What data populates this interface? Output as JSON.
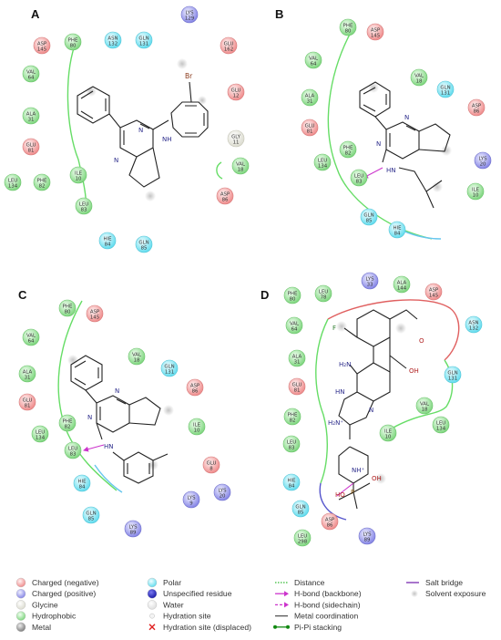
{
  "panels": [
    {
      "letter": "A",
      "residues": [
        {
          "name": "LYS",
          "num": "129",
          "type": "positive"
        },
        {
          "name": "ASP",
          "num": "145",
          "type": "negative"
        },
        {
          "name": "PHE",
          "num": "80",
          "type": "hydrophobic"
        },
        {
          "name": "ASN",
          "num": "132",
          "type": "polar"
        },
        {
          "name": "GLN",
          "num": "131",
          "type": "polar"
        },
        {
          "name": "GLU",
          "num": "162",
          "type": "negative"
        },
        {
          "name": "VAL",
          "num": "64",
          "type": "hydrophobic"
        },
        {
          "name": "GLU",
          "num": "12",
          "type": "negative"
        },
        {
          "name": "ALA",
          "num": "31",
          "type": "hydrophobic"
        },
        {
          "name": "GLY",
          "num": "11",
          "type": "glycine"
        },
        {
          "name": "GLU",
          "num": "81",
          "type": "negative"
        },
        {
          "name": "VAL",
          "num": "18",
          "type": "hydrophobic"
        },
        {
          "name": "ILE",
          "num": "10",
          "type": "hydrophobic"
        },
        {
          "name": "LEU",
          "num": "134",
          "type": "hydrophobic"
        },
        {
          "name": "PHE",
          "num": "82",
          "type": "hydrophobic"
        },
        {
          "name": "ASP",
          "num": "86",
          "type": "negative"
        },
        {
          "name": "LEU",
          "num": "83",
          "type": "hydrophobic"
        },
        {
          "name": "HIE",
          "num": "84",
          "type": "polar"
        },
        {
          "name": "GLN",
          "num": "85",
          "type": "polar"
        }
      ],
      "atoms": [
        "Br",
        "NH",
        "N",
        "N"
      ]
    },
    {
      "letter": "B",
      "residues": [
        {
          "name": "PHE",
          "num": "80",
          "type": "hydrophobic"
        },
        {
          "name": "ASP",
          "num": "145",
          "type": "negative"
        },
        {
          "name": "VAL",
          "num": "64",
          "type": "hydrophobic"
        },
        {
          "name": "VAL",
          "num": "18",
          "type": "hydrophobic"
        },
        {
          "name": "GLN",
          "num": "131",
          "type": "polar"
        },
        {
          "name": "ALA",
          "num": "31",
          "type": "hydrophobic"
        },
        {
          "name": "ASP",
          "num": "86",
          "type": "negative"
        },
        {
          "name": "GLU",
          "num": "81",
          "type": "negative"
        },
        {
          "name": "PHE",
          "num": "82",
          "type": "hydrophobic"
        },
        {
          "name": "LEU",
          "num": "134",
          "type": "hydrophobic"
        },
        {
          "name": "LYS",
          "num": "20",
          "type": "positive"
        },
        {
          "name": "LEU",
          "num": "83",
          "type": "hydrophobic"
        },
        {
          "name": "ILE",
          "num": "10",
          "type": "hydrophobic"
        },
        {
          "name": "GLN",
          "num": "85",
          "type": "polar"
        },
        {
          "name": "HIE",
          "num": "84",
          "type": "polar"
        }
      ],
      "atoms": [
        "N",
        "N",
        "HN"
      ]
    },
    {
      "letter": "C",
      "residues": [
        {
          "name": "PHE",
          "num": "80",
          "type": "hydrophobic"
        },
        {
          "name": "ASP",
          "num": "145",
          "type": "negative"
        },
        {
          "name": "VAL",
          "num": "64",
          "type": "hydrophobic"
        },
        {
          "name": "VAL",
          "num": "18",
          "type": "hydrophobic"
        },
        {
          "name": "GLN",
          "num": "131",
          "type": "polar"
        },
        {
          "name": "ALA",
          "num": "31",
          "type": "hydrophobic"
        },
        {
          "name": "ASP",
          "num": "86",
          "type": "negative"
        },
        {
          "name": "GLU",
          "num": "81",
          "type": "negative"
        },
        {
          "name": "ILE",
          "num": "10",
          "type": "hydrophobic"
        },
        {
          "name": "PHE",
          "num": "82",
          "type": "hydrophobic"
        },
        {
          "name": "LEU",
          "num": "134",
          "type": "hydrophobic"
        },
        {
          "name": "LEU",
          "num": "83",
          "type": "hydrophobic"
        },
        {
          "name": "GLU",
          "num": "8",
          "type": "negative"
        },
        {
          "name": "HIE",
          "num": "84",
          "type": "polar"
        },
        {
          "name": "LYS",
          "num": "9",
          "type": "positive"
        },
        {
          "name": "LYS",
          "num": "20",
          "type": "positive"
        },
        {
          "name": "GLN",
          "num": "85",
          "type": "polar"
        },
        {
          "name": "LYS",
          "num": "89",
          "type": "positive"
        }
      ],
      "atoms": [
        "N",
        "N",
        "HN"
      ]
    },
    {
      "letter": "D",
      "residues": [
        {
          "name": "LYS",
          "num": "33",
          "type": "positive"
        },
        {
          "name": "ALA",
          "num": "144",
          "type": "hydrophobic"
        },
        {
          "name": "ASP",
          "num": "145",
          "type": "negative"
        },
        {
          "name": "PHE",
          "num": "80",
          "type": "hydrophobic"
        },
        {
          "name": "LEU",
          "num": "78",
          "type": "hydrophobic"
        },
        {
          "name": "ASN",
          "num": "132",
          "type": "polar"
        },
        {
          "name": "VAL",
          "num": "64",
          "type": "hydrophobic"
        },
        {
          "name": "ALA",
          "num": "31",
          "type": "hydrophobic"
        },
        {
          "name": "GLN",
          "num": "131",
          "type": "polar"
        },
        {
          "name": "GLU",
          "num": "81",
          "type": "negative"
        },
        {
          "name": "VAL",
          "num": "18",
          "type": "hydrophobic"
        },
        {
          "name": "PHE",
          "num": "82",
          "type": "hydrophobic"
        },
        {
          "name": "ILE",
          "num": "10",
          "type": "hydrophobic"
        },
        {
          "name": "LEU",
          "num": "134",
          "type": "hydrophobic"
        },
        {
          "name": "LEU",
          "num": "83",
          "type": "hydrophobic"
        },
        {
          "name": "HIE",
          "num": "84",
          "type": "polar"
        },
        {
          "name": "GLN",
          "num": "85",
          "type": "polar"
        },
        {
          "name": "ASP",
          "num": "86",
          "type": "negative"
        },
        {
          "name": "LEU",
          "num": "298",
          "type": "hydrophobic"
        },
        {
          "name": "LYS",
          "num": "89",
          "type": "positive"
        }
      ],
      "atoms": [
        "F",
        "O",
        "OH",
        "H₂N",
        "HN",
        "N",
        "H₂N⁺",
        "NH⁺",
        "OH",
        "HO",
        "P"
      ]
    }
  ],
  "legend": [
    {
      "label": "Charged (negative)",
      "kind": "circle",
      "color": "#f2a0a0"
    },
    {
      "label": "Charged (positive)",
      "kind": "circle",
      "color": "#a8a8f0"
    },
    {
      "label": "Glycine",
      "kind": "circle",
      "color": "#f2f2f2"
    },
    {
      "label": "Hydrophobic",
      "kind": "circle",
      "color": "#9ee59e"
    },
    {
      "label": "Metal",
      "kind": "circle",
      "color": "#9a9a9a"
    },
    {
      "label": "Polar",
      "kind": "circle",
      "color": "#8fe8f5"
    },
    {
      "label": "Unspecified residue",
      "kind": "circle",
      "color": "#2b2bb8"
    },
    {
      "label": "Water",
      "kind": "circle",
      "color": "#e8e8e8"
    },
    {
      "label": "Hydration site",
      "kind": "small",
      "color": "#e0e0e0"
    },
    {
      "label": "Hydration site (displaced)",
      "kind": "cross",
      "color": "#e02020"
    },
    {
      "label": "Distance",
      "kind": "dotted",
      "color": "#33bb33"
    },
    {
      "label": "H-bond (backbone)",
      "kind": "arrow",
      "color": "#cc33cc"
    },
    {
      "label": "H-bond (sidechain)",
      "kind": "dashed-arrow",
      "color": "#cc33cc"
    },
    {
      "label": "Metal coordination",
      "kind": "line",
      "color": "#555555"
    },
    {
      "label": "Pi-Pi stacking",
      "kind": "dots-line",
      "color": "#118811"
    },
    {
      "label": "Salt bridge",
      "kind": "line",
      "color": "#7a2bb0"
    },
    {
      "label": "Solvent exposure",
      "kind": "halo",
      "color": "#cfcfcf"
    }
  ],
  "colors": {
    "negative": "#f2a0a0",
    "positive": "#a8a8f0",
    "glycine": "#f2f2f2",
    "hydrophobic": "#9ee59e",
    "polar": "#8fe8f5",
    "pocket_green": "#66dd66",
    "pocket_red": "#e06060",
    "pocket_blue": "#5555cc",
    "hbond": "#cc33cc"
  }
}
